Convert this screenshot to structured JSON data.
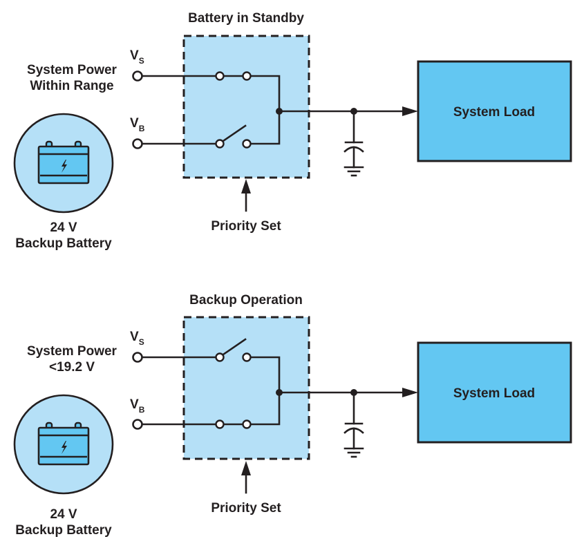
{
  "colors": {
    "ink": "#231f20",
    "panel_fill": "#b5e0f7",
    "load_fill": "#63c7f2",
    "battery_fill": "#63c7f2",
    "background": "#ffffff"
  },
  "panels": [
    {
      "id": "standby",
      "title": "Battery in Standby",
      "system_power_label_line1": "System Power",
      "system_power_label_line2": "Within Range",
      "vs_label": "V",
      "vs_sub": "S",
      "vb_label": "V",
      "vb_sub": "B",
      "vs_switch": "closed",
      "vb_switch": "open",
      "priority_label": "Priority Set",
      "load_label": "System Load",
      "battery_label_line1": "24 V",
      "battery_label_line2": "Backup Battery",
      "battery_icon": "battery-icon"
    },
    {
      "id": "backup",
      "title": "Backup Operation",
      "system_power_label_line1": "System Power",
      "system_power_label_line2": "<19.2 V",
      "vs_label": "V",
      "vs_sub": "S",
      "vb_label": "V",
      "vb_sub": "B",
      "vs_switch": "open",
      "vb_switch": "closed",
      "priority_label": "Priority Set",
      "load_label": "System Load",
      "battery_label_line1": "24 V",
      "battery_label_line2": "Backup Battery",
      "battery_icon": "battery-icon"
    }
  ]
}
